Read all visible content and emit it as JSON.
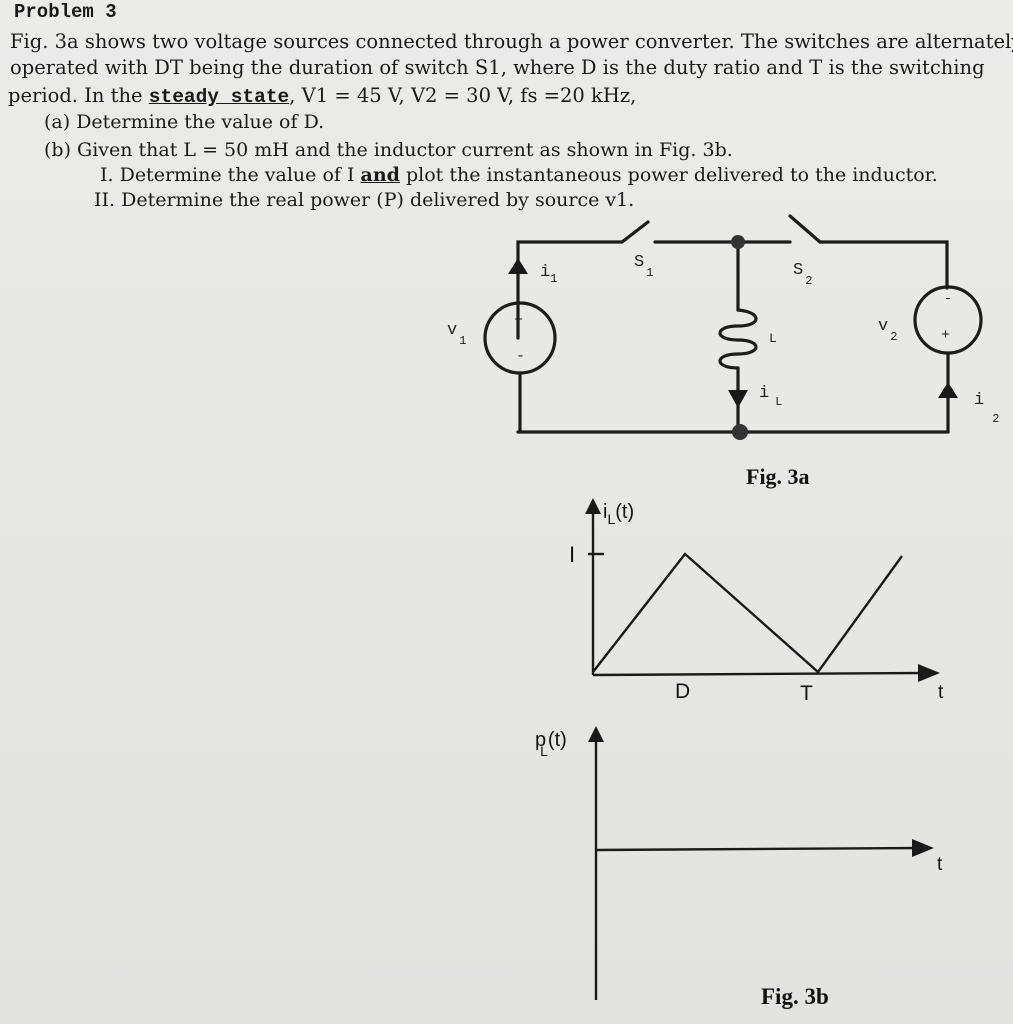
{
  "problem": {
    "title": "Problem 3",
    "line1": "Fig. 3a shows two voltage sources connected through a power converter.  The switches are alternately",
    "line2": "operated with DT being the duration of switch S1, where D is the duty ratio and T is the switching",
    "line3_pre": "period. In the ",
    "line3_emph": "steady state",
    "line3_post": ", V1 = 45 V, V2 = 30 V, fs =20 kHz,",
    "qa": "(a)  Determine the value of D.",
    "qb": "(b)  Given that L = 50 mH and the inductor current as shown in Fig. 3b.",
    "q1_pre": "I.   Determine the value of I ",
    "q1_emph": "and",
    "q1_post": " plot the instantaneous power delivered to the inductor.",
    "q2": "II.   Determine the real power (P) delivered by source v1."
  },
  "circuit": {
    "v1_label": "v",
    "v1_sub": "1",
    "v2_label": "v",
    "v2_sub": "2",
    "i1_label": "i",
    "i1_sub": "1",
    "i2_label": "i",
    "i2_sub": "2",
    "s1_label": "S",
    "s1_sub": "1",
    "s2_label": "S",
    "s2_sub": "2",
    "l_label": "L",
    "il_label": "i",
    "il_sub": "L",
    "plus": "+",
    "minus": "-",
    "caption": "Fig. 3a"
  },
  "graph": {
    "il_axis": "i",
    "il_axis_sub": "L",
    "il_axis_t": "(t)",
    "i_tick": "I",
    "d_tick": "D",
    "t_tick": "T",
    "t_axis": "t",
    "pl_axis": "p",
    "pl_axis_sub": "L",
    "pl_axis_t": "(t)",
    "t_axis2": "t",
    "caption": "Fig. 3b"
  }
}
